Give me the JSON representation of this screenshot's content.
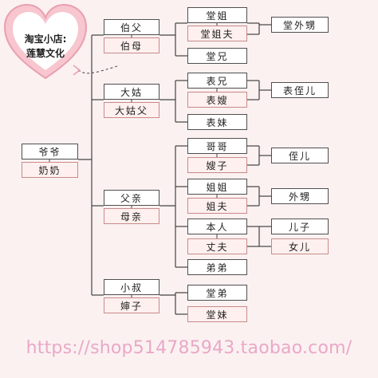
{
  "shop": {
    "line1": "淘宝小店:",
    "line2": "莲慧文化"
  },
  "url": "https://shop514785943.taobao.com/",
  "tree": {
    "grandfather": "爷爷",
    "grandmother": "奶奶",
    "paternal_uncle": "伯父",
    "paternal_uncle_wife": "伯母",
    "uncle_daughter": "堂姐",
    "uncle_daughter_husband": "堂姐夫",
    "uncle_son": "堂兄",
    "cousin_child": "堂外甥",
    "aunt": "大姑",
    "aunt_husband": "大姑父",
    "aunt_son": "表兄",
    "aunt_son_wife": "表嫂",
    "aunt_daughter": "表妹",
    "aunt_grandchild": "表侄儿",
    "father": "父亲",
    "mother": "母亲",
    "elder_brother": "哥哥",
    "sister_in_law": "嫂子",
    "nephew": "侄儿",
    "elder_sister": "姐姐",
    "sister_husband": "姐夫",
    "sister_son": "外甥",
    "self": "本人",
    "husband": "丈夫",
    "son": "儿子",
    "daughter": "女儿",
    "younger_brother": "弟弟",
    "younger_uncle": "小叔",
    "younger_uncle_wife": "婶子",
    "younger_uncle_son": "堂弟",
    "younger_uncle_daughter": "堂妹"
  },
  "colors": {
    "male_fill": "#ffffff",
    "female_fill": "#fdf0ee",
    "line": "#444444",
    "url": "#e9a8c8",
    "heart": "#f7c6cf"
  }
}
